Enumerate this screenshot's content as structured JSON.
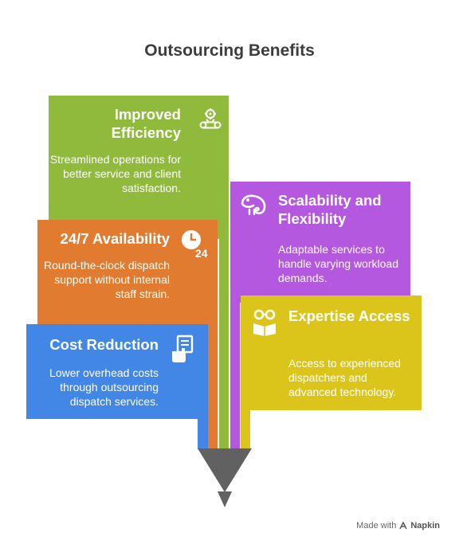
{
  "title": "Outsourcing Benefits",
  "benefits": [
    {
      "heading": "Improved Efficiency",
      "description": "Streamlined operations for better service and client satisfaction.",
      "color": "#8fba3c",
      "icon": "gear-conveyor-icon"
    },
    {
      "heading": "24/7 Availability",
      "description": "Round-the-clock dispatch support without internal staff strain.",
      "color": "#e07b2f",
      "icon": "clock-24-icon"
    },
    {
      "heading": "Cost Reduction",
      "description": "Lower overhead costs through outsourcing dispatch services.",
      "color": "#4286e6",
      "icon": "hand-receipt-icon"
    },
    {
      "heading": "Scalability and Flexibility",
      "description": "Adaptable services to handle varying workload demands.",
      "color": "#b458e0",
      "icon": "chameleon-icon"
    },
    {
      "heading": "Expertise Access",
      "description": "Access to experienced dispatchers and advanced technology.",
      "color": "#dbc51a",
      "icon": "reader-glasses-icon"
    }
  ],
  "funnel_color": "#616161",
  "footer": {
    "prefix": "Made with",
    "brand": "Napkin"
  }
}
